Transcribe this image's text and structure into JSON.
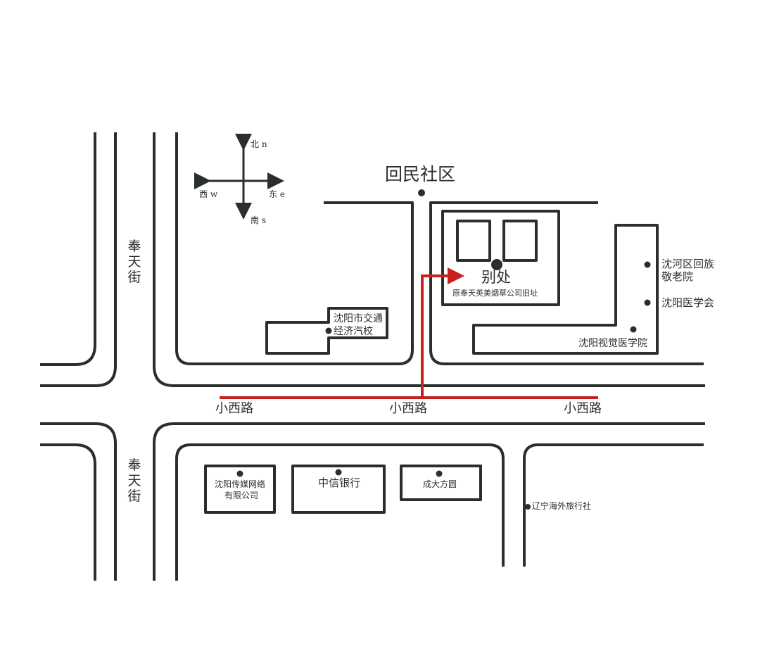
{
  "colors": {
    "line": "#2a2f2d",
    "route": "#c8201f",
    "background": "#ffffff"
  },
  "compass": {
    "north": "北 n",
    "south": "南 s",
    "west": "西 w",
    "east": "东 e"
  },
  "streets": {
    "fengtian_upper": [
      "奉",
      "天",
      "街"
    ],
    "fengtian_lower": [
      "奉",
      "天",
      "街"
    ],
    "xixi": [
      "小西路",
      "小西路",
      "小西路"
    ]
  },
  "places": {
    "huimin": "回民社区",
    "destination": "别处",
    "destination_note": "原奉天英美烟草公司旧址",
    "jiaotong": [
      "沈阳市交通",
      "经济汽校"
    ],
    "nursing": [
      "沈河区回族",
      "敬老院"
    ],
    "medical_assoc": "沈阳医学会",
    "optometry": "沈阳视觉医学院",
    "media": [
      "沈阳传媒网络",
      "有限公司"
    ],
    "citic": "中信银行",
    "chengda": "成大方圆",
    "travel": "辽宁海外旅行社"
  }
}
